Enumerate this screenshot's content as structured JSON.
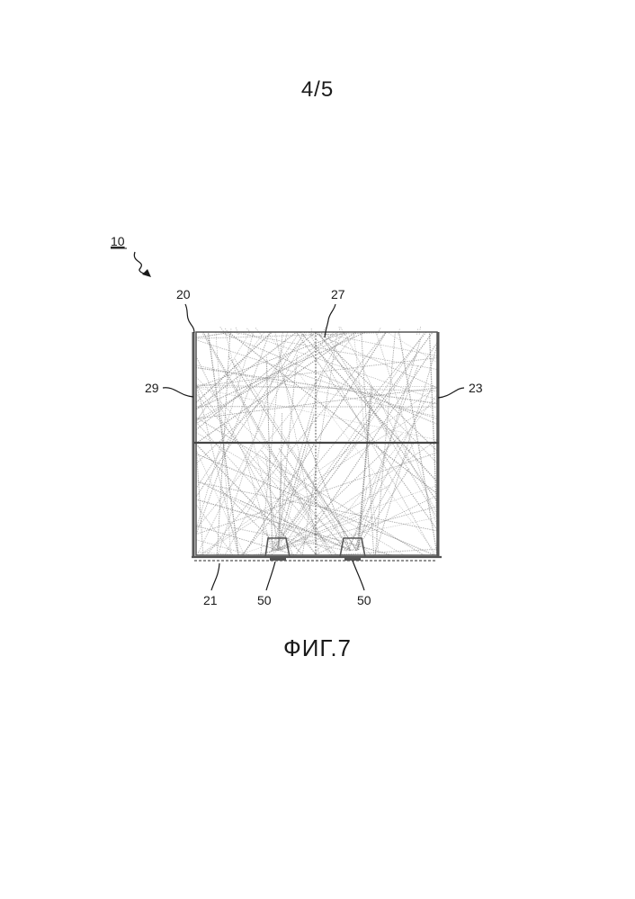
{
  "sheet": {
    "page_number": "4/5",
    "figure_caption": "ФИГ.7"
  },
  "figure": {
    "reference_labels": {
      "assembly": "10",
      "top_left": "20",
      "top_center": "27",
      "left_side": "29",
      "right_side": "23",
      "bottom": "21",
      "foot_left": "50",
      "foot_right": "50"
    }
  },
  "colors": {
    "ink": "#1a1a1a",
    "fiber": "#8a8a8a",
    "frame": "#555555"
  }
}
